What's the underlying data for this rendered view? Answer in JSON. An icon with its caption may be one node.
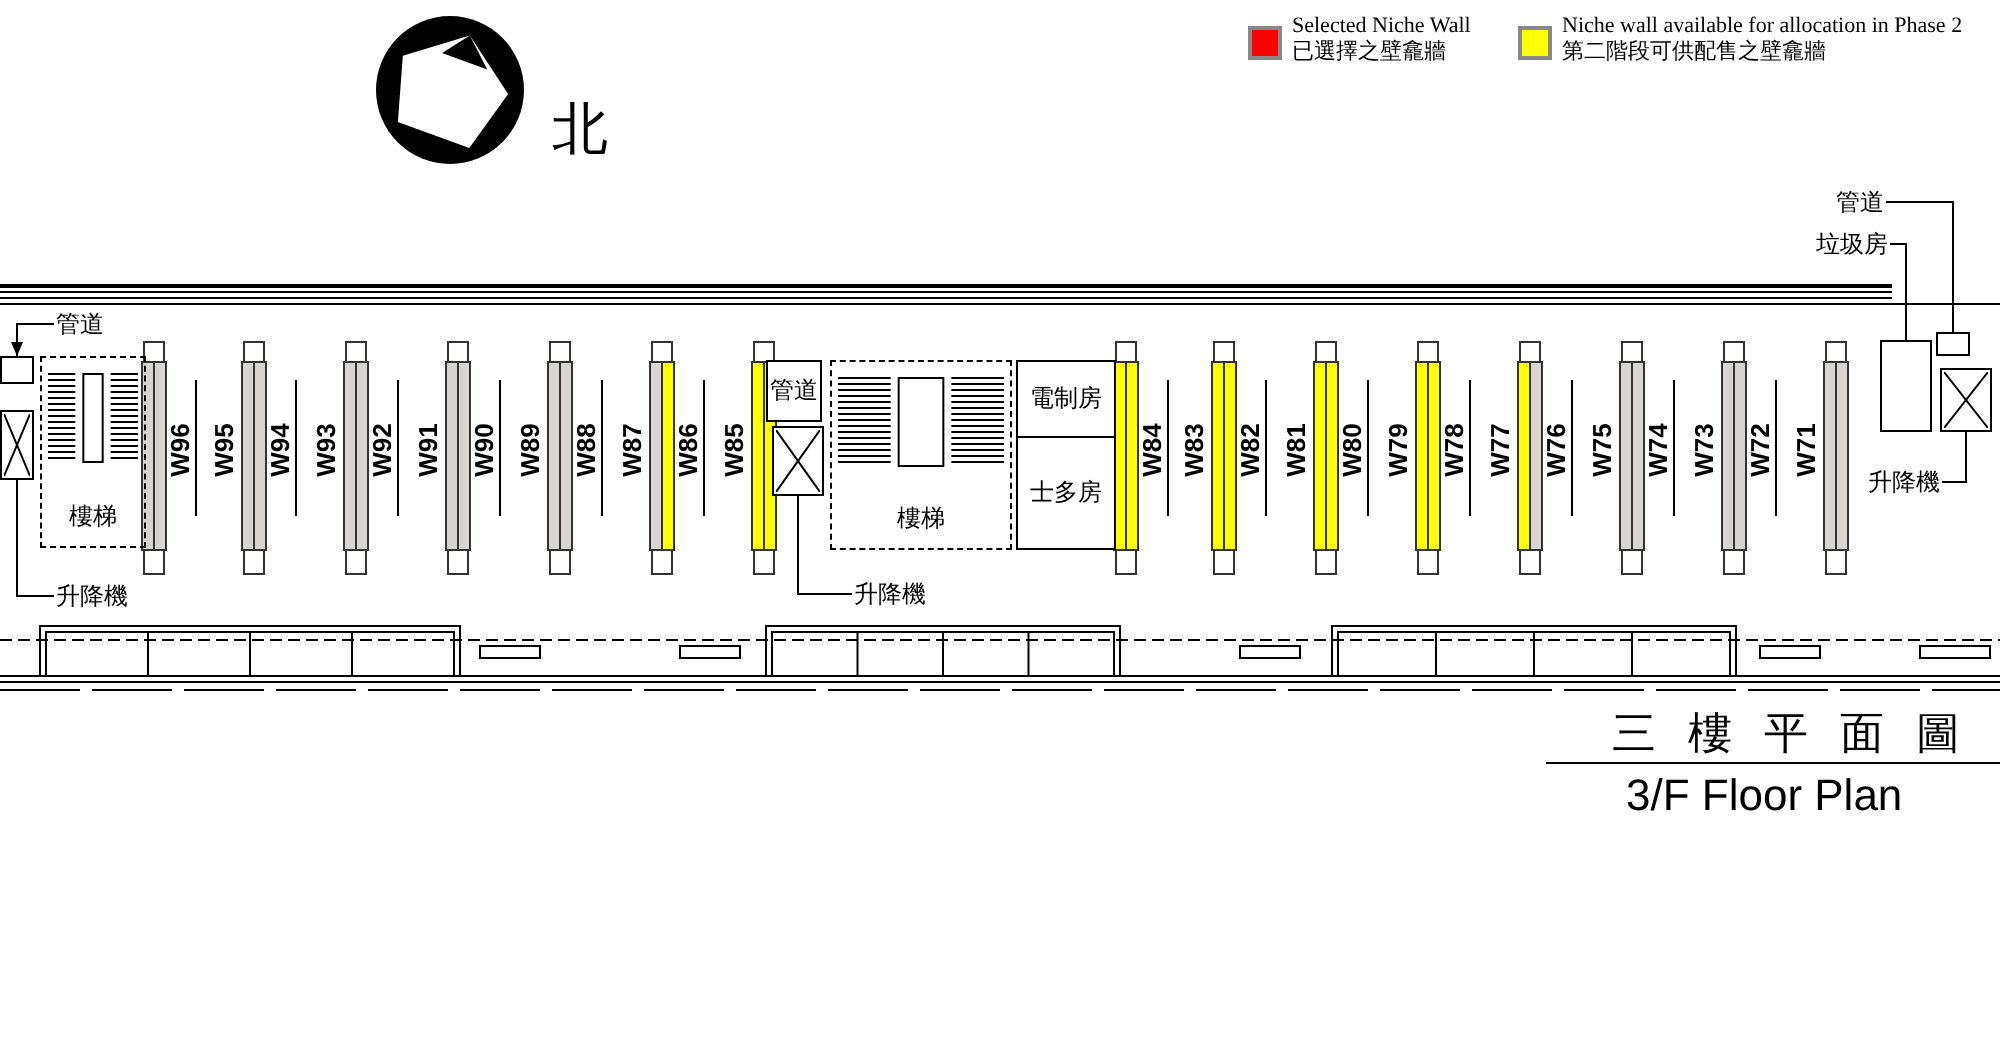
{
  "diagram": {
    "title": "3/F Floor Plan",
    "nodes": [
      {
        "text": [
          "管道"
        ]
      },
      {
        "text": [],
        "shape": "box"
      },
      {
        "text": [
          "樓梯"
        ]
      },
      {
        "text": [
          "升降機"
        ]
      },
      {
        "text": [],
        "shape": "box"
      },
      {
        "text": [
          "管道"
        ]
      },
      {
        "text": [
          "樓梯"
        ]
      },
      {
        "text": [
          "電制房"
        ]
      },
      {
        "text": [
          "士多房"
        ]
      },
      {
        "text": [
          "升降機"
        ]
      },
      {
        "text": [],
        "shape": "box"
      },
      {
        "text": [
          "管道"
        ]
      },
      {
        "text": [],
        "shape": "box"
      },
      {
        "text": [
          "垃圾房"
        ]
      },
      {
        "text": [],
        "shape": "box"
      },
      {
        "text": [
          "升降機"
        ]
      },
      {
        "text": [],
        "shape": "box"
      }
    ],
    "edges": [
      {
        "from": 0,
        "to": 1,
        "arrow": "to"
      },
      {
        "from": 3,
        "to": 4,
        "arrow": "none"
      },
      {
        "from": 9,
        "to": 10,
        "arrow": "none"
      },
      {
        "from": 11,
        "to": 12,
        "arrow": "none"
      },
      {
        "from": 13,
        "to": 14,
        "arrow": "none"
      },
      {
        "from": 15,
        "to": 16,
        "arrow": "none"
      }
    ],
    "labels": [
      "北",
      "W96",
      "W95",
      "W94",
      "W93",
      "W92",
      "W91",
      "W90",
      "W89",
      "W88",
      "W87",
      "W86",
      "W85",
      "W84",
      "W83",
      "W82",
      "W81",
      "W80",
      "W79",
      "W78",
      "W77",
      "W76",
      "W75",
      "W74",
      "W73",
      "W72",
      "W71",
      "三樓平面圖"
    ],
    "legend": [
      {
        "text": "Selected Niche Wall 已選擇之壁龕牆",
        "color": "#ff0000"
      },
      {
        "text": "Niche wall available for allocation in Phase 2 第二階段可供配售之壁龕牆",
        "color": "#ffff00"
      }
    ]
  }
}
